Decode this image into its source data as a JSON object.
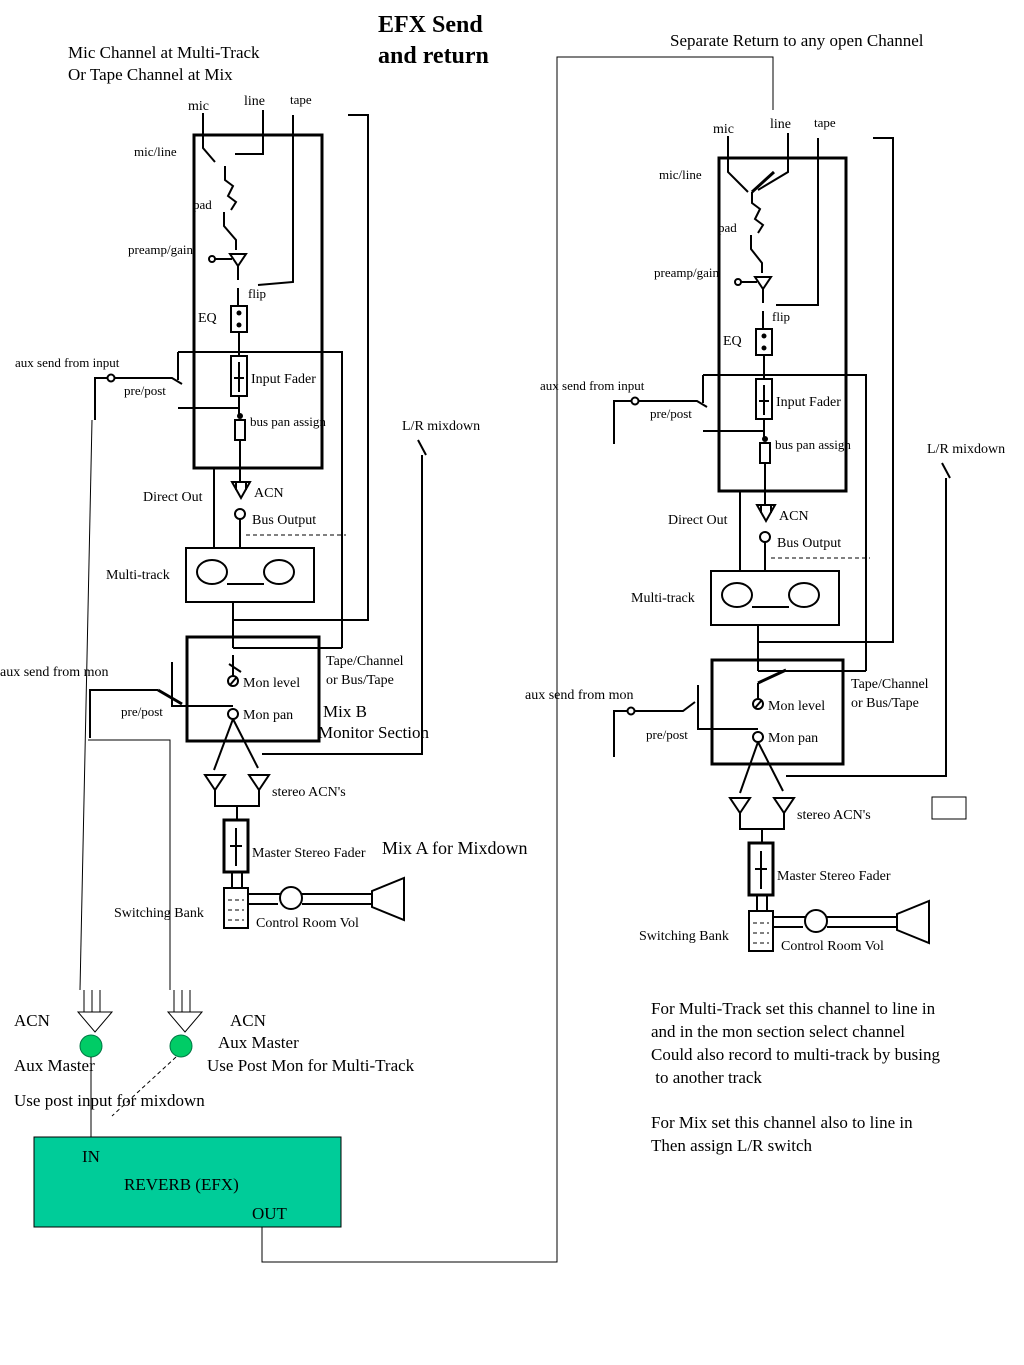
{
  "title": {
    "line1": "EFX Send",
    "line2": "and return"
  },
  "left_channel": {
    "header_line1": "Mic Channel at Multi-Track",
    "header_line2": "Or Tape Channel at Mix",
    "inputs": {
      "mic": "mic",
      "line": "line",
      "tape": "tape"
    },
    "mic_line": "mic/line",
    "pad": "pad",
    "preamp_gain": "preamp/gain",
    "flip": "flip",
    "eq": "EQ",
    "aux_send_input": "aux send from input",
    "pre_post_input": "pre/post",
    "input_fader": "Input Fader",
    "bus_pan_assign": "bus pan assign",
    "lr_mixdown": "L/R mixdown",
    "direct_out": "Direct Out",
    "acn": "ACN",
    "bus_output": "Bus Output",
    "multitrack": "Multi-track",
    "aux_send_mon": "aux send from mon",
    "pre_post_mon": "pre/post",
    "tape_channel_1": "Tape/Channel",
    "tape_channel_2": "or Bus/Tape",
    "mon_level": "Mon level",
    "mon_pan": "Mon pan",
    "mix_b_1": "Mix B",
    "mix_b_2": "Monitor Section",
    "stereo_acns": "stereo ACN's",
    "master_stereo_fader": "Master Stereo Fader",
    "mix_a": "Mix A  for Mixdown",
    "switching_bank": "Switching Bank",
    "control_room_vol": "Control Room Vol"
  },
  "right_channel": {
    "header": "Separate Return to any open Channel",
    "inputs": {
      "mic": "mic",
      "line": "line",
      "tape": "tape"
    },
    "mic_line": "mic/line",
    "pad": "pad",
    "preamp_gain": "preamp/gain",
    "flip": "flip",
    "eq": "EQ",
    "aux_send_input": "aux send from input",
    "pre_post_input": "pre/post",
    "input_fader": "Input Fader",
    "bus_pan_assign": "bus pan assign",
    "lr_mixdown": "L/R mixdown",
    "direct_out": "Direct Out",
    "acn": "ACN",
    "bus_output": "Bus Output",
    "multitrack": "Multi-track",
    "aux_send_mon": "aux send from mon",
    "pre_post_mon": "pre/post",
    "tape_channel_1": "Tape/Channel",
    "tape_channel_2": "or Bus/Tape",
    "mon_level": "Mon level",
    "mon_pan": "Mon pan",
    "stereo_acns": "stereo ACN's",
    "master_stereo_fader": "Master Stereo Fader",
    "switching_bank": "Switching Bank",
    "control_room_vol": "Control Room Vol"
  },
  "aux_masters": {
    "left_acn": "ACN",
    "left_label": "Aux Master",
    "right_acn": "ACN",
    "right_label": "Aux Master",
    "post_mon_note": "Use Post Mon for Multi-Track",
    "post_input_note": "Use post input for mixdown"
  },
  "reverb": {
    "in": "IN",
    "name": "REVERB (EFX)",
    "out": "OUT",
    "fill_color": "#00cc99"
  },
  "notes": {
    "line1": "For Multi-Track set this channel to line in",
    "line2": "and in the mon section select channel",
    "line3": "Could also record to multi-track by busing",
    "line4": " to another track",
    "line5": "For Mix set this channel also to line in",
    "line6": "Then assign L/R switch"
  }
}
